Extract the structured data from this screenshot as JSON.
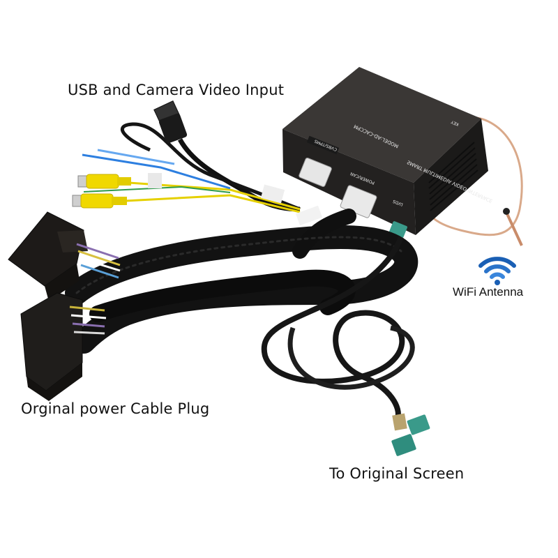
{
  "captions": {
    "usb_camera": "USB and Camera Video Input",
    "power_plug": "Orginal power Cable Plug",
    "to_screen": "To Original Screen",
    "wifi": "WiFi Antenna"
  },
  "module": {
    "line1": "SMART MULTIMEDIA VIDEO INTERFACE",
    "line2": "MODEL:AD-CACCPM",
    "port_cvbs": "CVBS/TPMS",
    "port_power": "POWER/CAN",
    "port_lvds": "LVDS",
    "port_key": "KEY"
  },
  "colors": {
    "background": "#ffffff",
    "module_body": "#2a2826",
    "cable_black": "#111111",
    "rca_yellow": "#f0d800",
    "lvds_teal": "#3a9a8a",
    "wifi_blue": "#1a5fb4",
    "antenna_wire": "#d9a98a"
  }
}
